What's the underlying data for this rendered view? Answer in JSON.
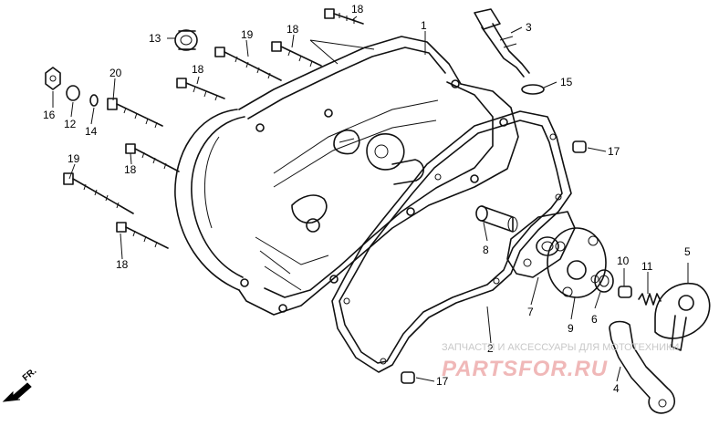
{
  "diagram": {
    "callouts": [
      {
        "id": "label-1",
        "text": "1"
      },
      {
        "id": "label-2",
        "text": "2"
      },
      {
        "id": "label-3",
        "text": "3"
      },
      {
        "id": "label-4",
        "text": "4"
      },
      {
        "id": "label-5",
        "text": "5"
      },
      {
        "id": "label-6",
        "text": "6"
      },
      {
        "id": "label-7",
        "text": "7"
      },
      {
        "id": "label-8",
        "text": "8"
      },
      {
        "id": "label-9",
        "text": "9"
      },
      {
        "id": "label-10",
        "text": "10"
      },
      {
        "id": "label-11",
        "text": "11"
      },
      {
        "id": "label-12",
        "text": "12"
      },
      {
        "id": "label-13",
        "text": "13"
      },
      {
        "id": "label-14",
        "text": "14"
      },
      {
        "id": "label-15",
        "text": "15"
      },
      {
        "id": "label-16",
        "text": "16"
      },
      {
        "id": "label-17a",
        "text": "17"
      },
      {
        "id": "label-17b",
        "text": "17"
      },
      {
        "id": "label-18a",
        "text": "18"
      },
      {
        "id": "label-18b",
        "text": "18"
      },
      {
        "id": "label-18c",
        "text": "18"
      },
      {
        "id": "label-18d",
        "text": "18"
      },
      {
        "id": "label-18e",
        "text": "18"
      },
      {
        "id": "label-19a",
        "text": "19"
      },
      {
        "id": "label-19b",
        "text": "19"
      },
      {
        "id": "label-20",
        "text": "20"
      }
    ],
    "direction_indicator": "FR.",
    "watermark": {
      "caption": "ЗАПЧАСТИ И АКСЕССУАРЫ ДЛЯ МОТОТЕХНИКИ",
      "brand": "PARTSFOR.RU"
    },
    "colors": {
      "line": "#111111",
      "watermark_caption": "#c8c8c8",
      "watermark_brand": "#f0b8b8"
    }
  }
}
